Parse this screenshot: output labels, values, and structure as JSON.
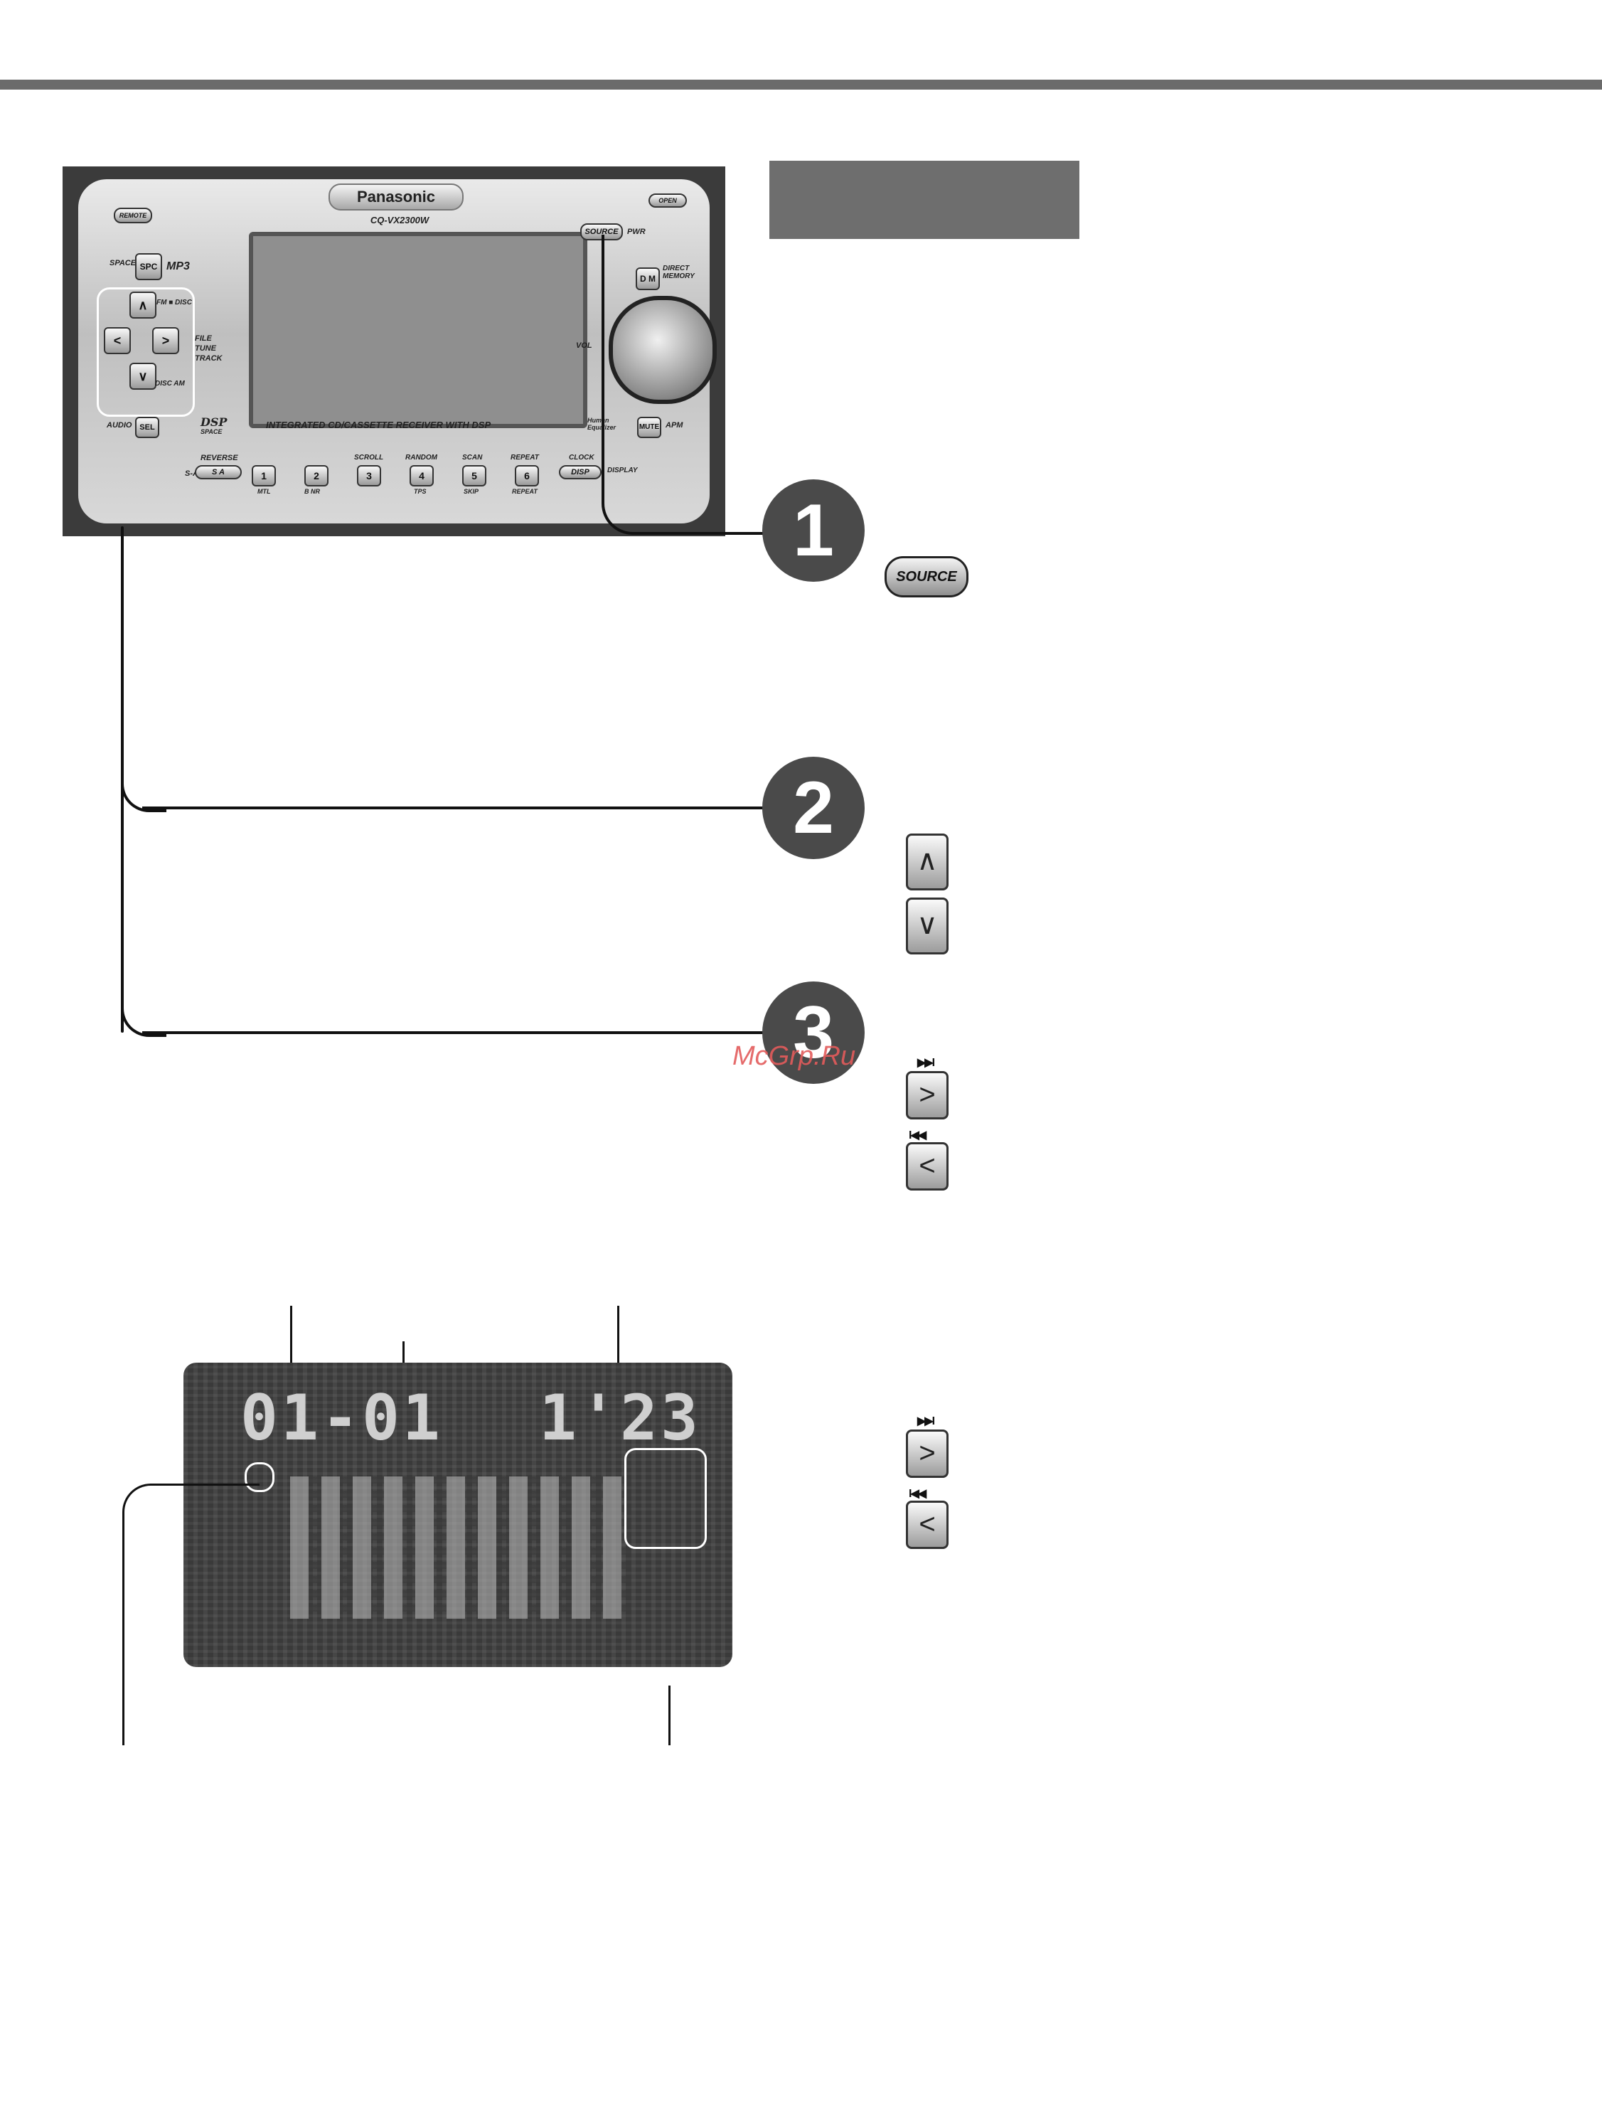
{
  "unit": {
    "brand": "Panasonic",
    "model": "CQ-VX2300W",
    "remote_label": "REMOTE",
    "open_label": "OPEN",
    "source_label": "SOURCE",
    "pwr_label": "PWR",
    "dm_label": "D M",
    "direct_memory_label": "DIRECT MEMORY",
    "vol_label": "VOL",
    "mute_label": "MUTE",
    "apm_label": "APM",
    "space_label": "SPACE",
    "spc_label": "SPC",
    "mp3_label": "MP3",
    "fm_disc_label": "FM ■ DISC",
    "disc_am_label": "DISC AM",
    "file_label": "FILE",
    "tune_label": "TUNE",
    "track_label": "TRACK",
    "audio_label": "AUDIO",
    "sel_label": "SEL",
    "dsp_label": "DSP",
    "space_small_label": "SPACE",
    "integrated_label": "INTEGRATED  CD/CASSETTE  RECEIVER  WITH  DSP",
    "human_eq_label": "Human Equalizer",
    "s_analyzer_label": "S-ANALYZER",
    "reverse_label": "REVERSE",
    "sa_label": "S A",
    "scroll_label": "SCROLL",
    "random_label": "RANDOM",
    "scan_label": "SCAN",
    "repeat_label": "REPEAT",
    "clock_label": "CLOCK",
    "disp_label": "DISP",
    "display_label": "DISPLAY",
    "presets": [
      {
        "num": "1",
        "top": "",
        "bottom": "MTL"
      },
      {
        "num": "2",
        "top": "",
        "bottom": "B NR"
      },
      {
        "num": "3",
        "top": "SCROLL",
        "bottom": ""
      },
      {
        "num": "4",
        "top": "RANDOM",
        "bottom": "TPS"
      },
      {
        "num": "5",
        "top": "SCAN",
        "bottom": "SKIP"
      },
      {
        "num": "6",
        "top": "REPEAT",
        "bottom": "REPEAT"
      }
    ]
  },
  "steps": {
    "one": "1",
    "two": "2",
    "three": "3"
  },
  "controls": {
    "source_button": "SOURCE",
    "up_arrow": "∧",
    "down_arrow": "∨",
    "next_symbol": "▶▶I",
    "prev_symbol": "I◀◀",
    "right_arrow": ">",
    "left_arrow": "<"
  },
  "lcd": {
    "track_text": "01-01",
    "time_text": "1'23"
  },
  "watermark": "McGrp.Ru"
}
